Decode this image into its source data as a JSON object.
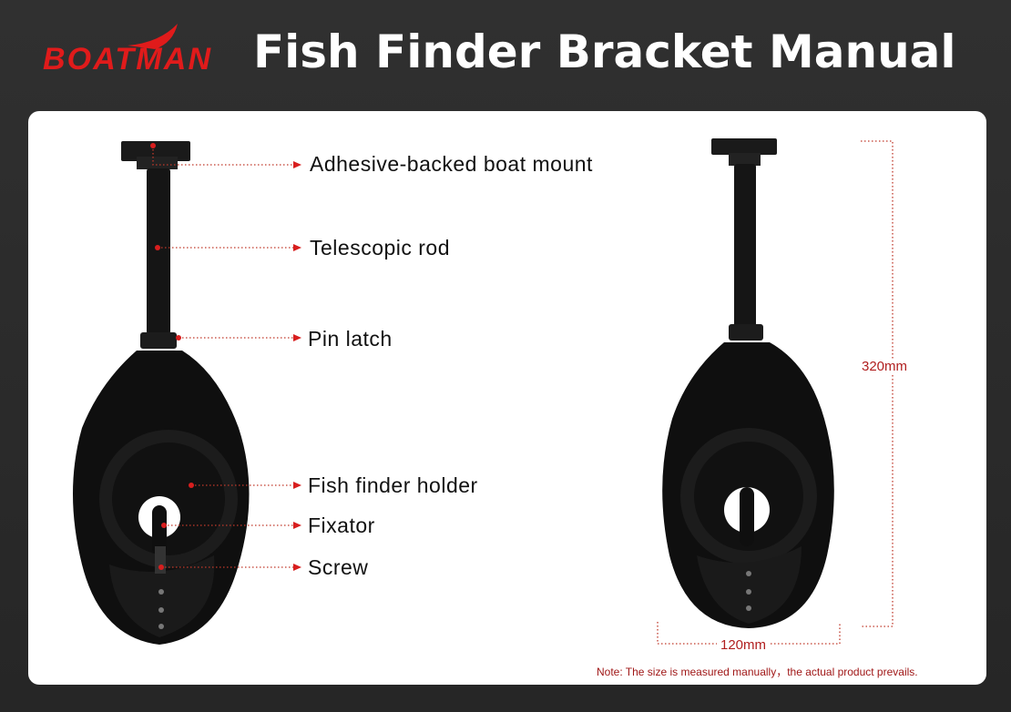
{
  "brand": {
    "logo_text": "BOATMAN",
    "color": "#e01b1b"
  },
  "header": {
    "title": "Fish Finder Bracket Manual"
  },
  "parts": [
    {
      "label": "Adhesive-backed boat mount"
    },
    {
      "label": "Telescopic rod"
    },
    {
      "label": "Pin latch"
    },
    {
      "label": "Fish finder holder"
    },
    {
      "label": "Fixator"
    },
    {
      "label": "Screw"
    }
  ],
  "dimensions": {
    "height": "320mm",
    "width": "120mm"
  },
  "note": "Note:  The size is measured manually，the actual product prevails."
}
